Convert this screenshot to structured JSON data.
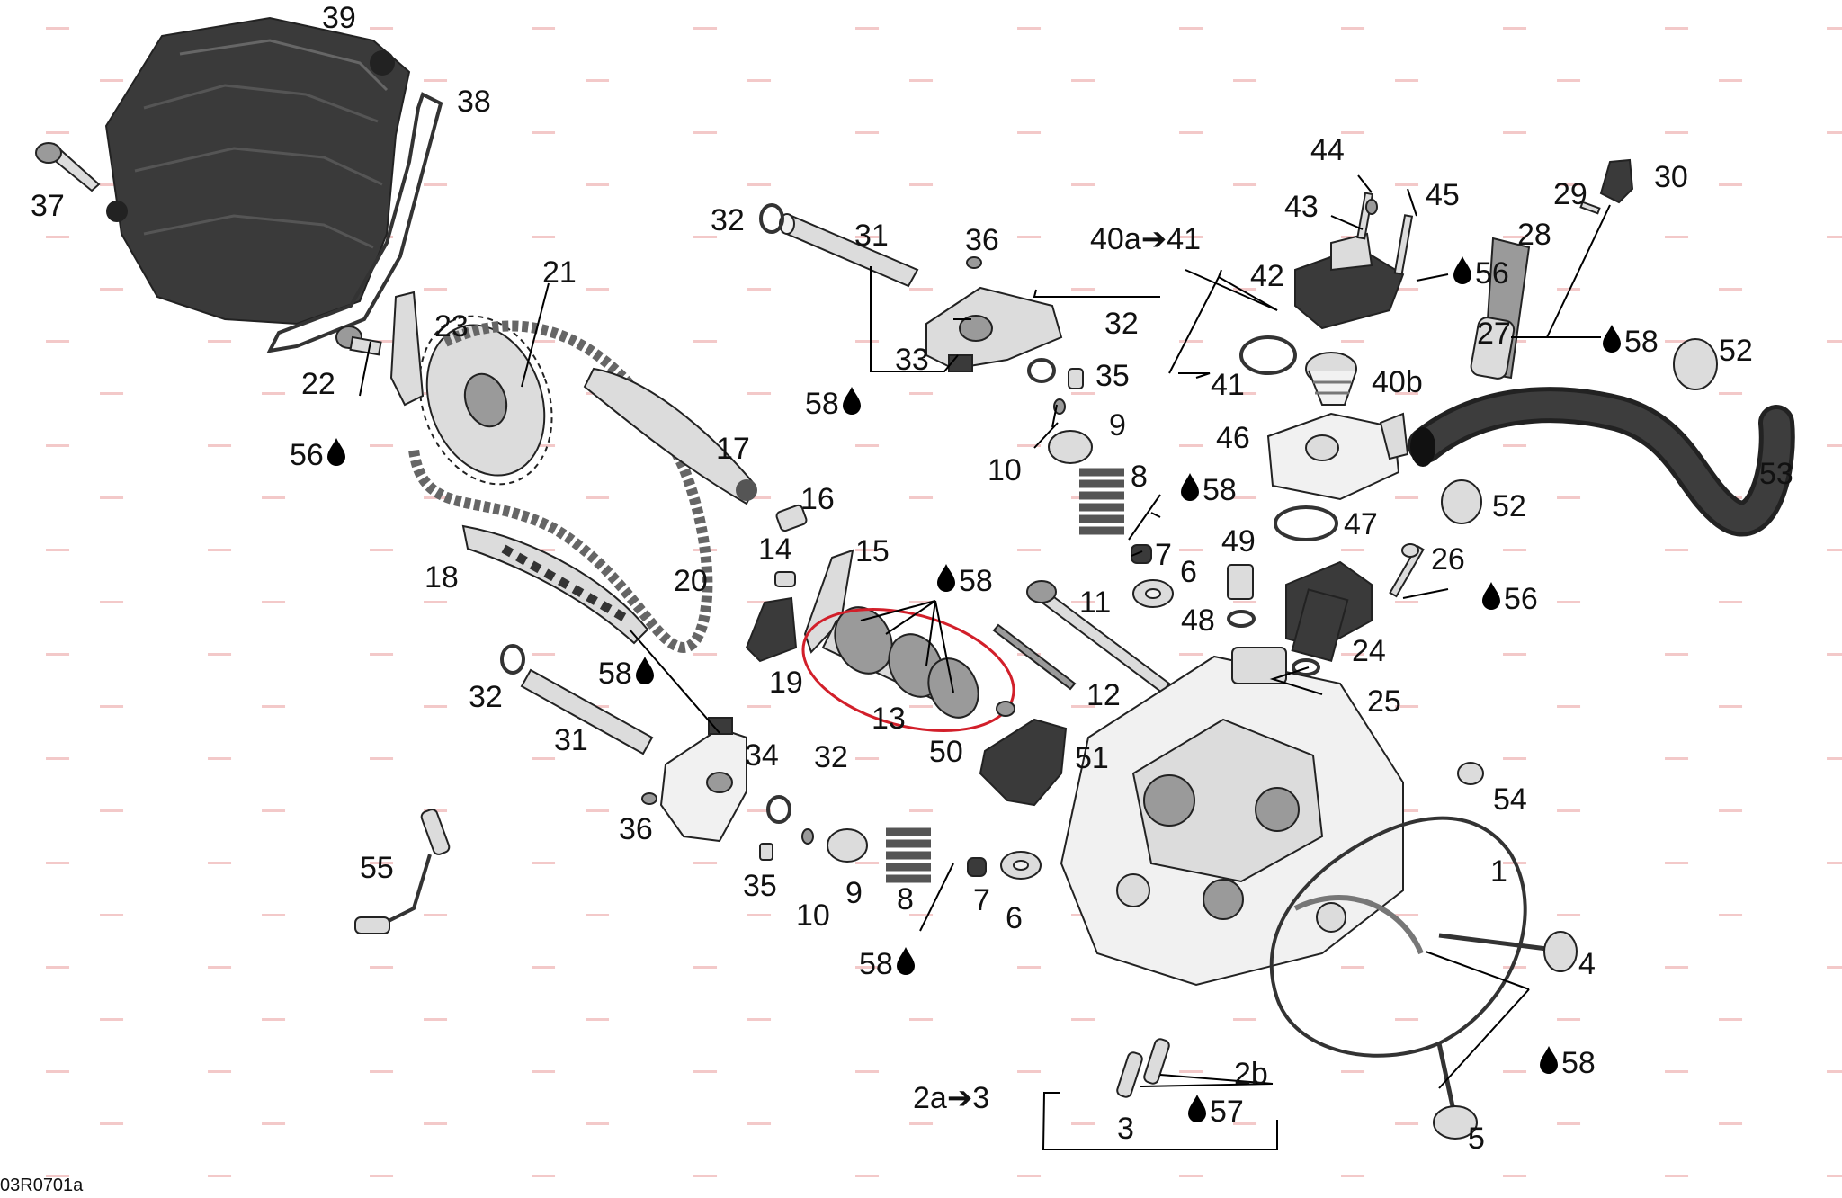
{
  "figure_ref": "03R0701a",
  "highlight_color": "#d21f2a",
  "callouts": [
    {
      "id": "39",
      "text": "39"
    },
    {
      "id": "38",
      "text": "38"
    },
    {
      "id": "37",
      "text": "37"
    },
    {
      "id": "32a",
      "text": "32"
    },
    {
      "id": "31a",
      "text": "31"
    },
    {
      "id": "36a",
      "text": "36"
    },
    {
      "id": "40a41",
      "text": "40a➔41"
    },
    {
      "id": "44",
      "text": "44"
    },
    {
      "id": "43",
      "text": "43"
    },
    {
      "id": "45",
      "text": "45"
    },
    {
      "id": "29",
      "text": "29"
    },
    {
      "id": "30",
      "text": "30"
    },
    {
      "id": "28",
      "text": "28"
    },
    {
      "id": "42",
      "text": "42"
    },
    {
      "id": "56a",
      "text": "56"
    },
    {
      "id": "21",
      "text": "21"
    },
    {
      "id": "23",
      "text": "23"
    },
    {
      "id": "22",
      "text": "22"
    },
    {
      "id": "56b",
      "text": "56"
    },
    {
      "id": "32b",
      "text": "32"
    },
    {
      "id": "33",
      "text": "33"
    },
    {
      "id": "35a",
      "text": "35"
    },
    {
      "id": "58a",
      "text": "58"
    },
    {
      "id": "41",
      "text": "41"
    },
    {
      "id": "40b",
      "text": "40b"
    },
    {
      "id": "27",
      "text": "27"
    },
    {
      "id": "58b",
      "text": "58"
    },
    {
      "id": "52a",
      "text": "52"
    },
    {
      "id": "9a",
      "text": "9"
    },
    {
      "id": "10a",
      "text": "10"
    },
    {
      "id": "46",
      "text": "46"
    },
    {
      "id": "53",
      "text": "53"
    },
    {
      "id": "17",
      "text": "17"
    },
    {
      "id": "8a",
      "text": "8"
    },
    {
      "id": "58c",
      "text": "58"
    },
    {
      "id": "16",
      "text": "16"
    },
    {
      "id": "47",
      "text": "47"
    },
    {
      "id": "52b",
      "text": "52"
    },
    {
      "id": "14",
      "text": "14"
    },
    {
      "id": "15",
      "text": "15"
    },
    {
      "id": "7a",
      "text": "7"
    },
    {
      "id": "49",
      "text": "49"
    },
    {
      "id": "26",
      "text": "26"
    },
    {
      "id": "18",
      "text": "18"
    },
    {
      "id": "20",
      "text": "20"
    },
    {
      "id": "58d",
      "text": "58"
    },
    {
      "id": "6a",
      "text": "6"
    },
    {
      "id": "11",
      "text": "11"
    },
    {
      "id": "56c",
      "text": "56"
    },
    {
      "id": "48",
      "text": "48"
    },
    {
      "id": "24",
      "text": "24"
    },
    {
      "id": "58e",
      "text": "58"
    },
    {
      "id": "19",
      "text": "19"
    },
    {
      "id": "32c",
      "text": "32"
    },
    {
      "id": "12",
      "text": "12"
    },
    {
      "id": "25",
      "text": "25"
    },
    {
      "id": "31b",
      "text": "31"
    },
    {
      "id": "13",
      "text": "13"
    },
    {
      "id": "50",
      "text": "50"
    },
    {
      "id": "34",
      "text": "34"
    },
    {
      "id": "32d",
      "text": "32"
    },
    {
      "id": "51",
      "text": "51"
    },
    {
      "id": "54",
      "text": "54"
    },
    {
      "id": "36b",
      "text": "36"
    },
    {
      "id": "55",
      "text": "55"
    },
    {
      "id": "1",
      "text": "1"
    },
    {
      "id": "35b",
      "text": "35"
    },
    {
      "id": "9b",
      "text": "9"
    },
    {
      "id": "8b",
      "text": "8"
    },
    {
      "id": "7b",
      "text": "7"
    },
    {
      "id": "10b",
      "text": "10"
    },
    {
      "id": "6b",
      "text": "6"
    },
    {
      "id": "58f",
      "text": "58"
    },
    {
      "id": "4",
      "text": "4"
    },
    {
      "id": "58g",
      "text": "58"
    },
    {
      "id": "2b",
      "text": "2b"
    },
    {
      "id": "2a3",
      "text": "2a➔3"
    },
    {
      "id": "57",
      "text": "57"
    },
    {
      "id": "3",
      "text": "3"
    },
    {
      "id": "5",
      "text": "5"
    }
  ]
}
